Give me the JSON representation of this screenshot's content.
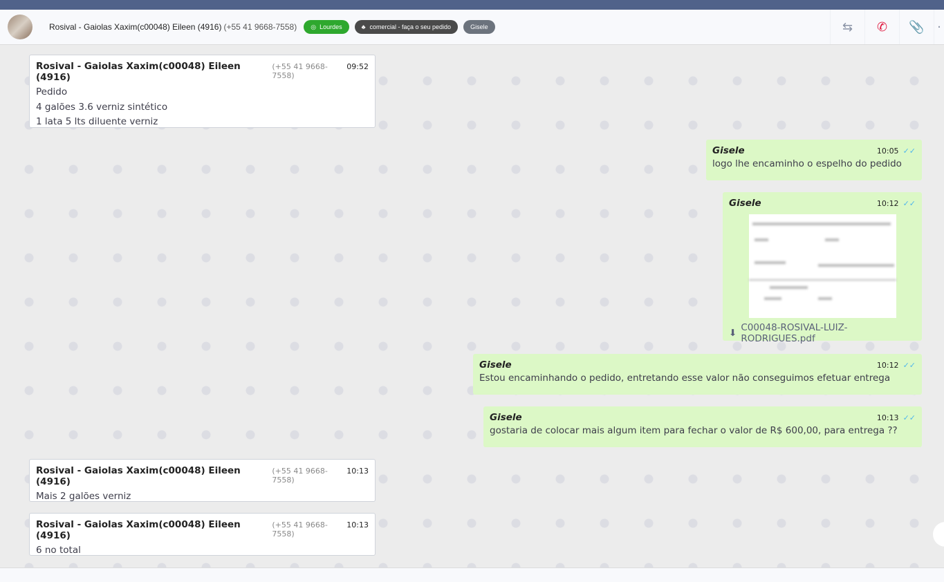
{
  "header": {
    "contact_name": "Rosival - Gaiolas Xaxim(c00048) Eileen (4916)",
    "contact_phone": "(+55 41 9668-7558)",
    "badges": [
      {
        "label": "Lourdes",
        "icon": "whatsapp-icon",
        "color": "#2ea82e"
      },
      {
        "label": "comercial - faça o seu pedido",
        "icon": "sitemap-icon",
        "color": "#4a4a4a"
      },
      {
        "label": "Gisele",
        "color": "#6c737d"
      }
    ],
    "icons": [
      "transfer-icon",
      "end-call-icon",
      "attachment-icon"
    ]
  },
  "messages": [
    {
      "dir": "in",
      "name": "Rosival - Gaiolas Xaxim(c00048) Eileen (4916)",
      "phone": "(+55 41 9668-7558)",
      "time": "09:52",
      "lines": [
        "Pedido",
        "4 galões 3.6 verniz sintético",
        "1 lata 5 lts diluente verniz"
      ]
    },
    {
      "dir": "out",
      "name": "Gisele",
      "time": "10:05",
      "text": "logo lhe encaminho o espelho do pedido"
    },
    {
      "dir": "out",
      "name": "Gisele",
      "time": "10:12",
      "file": "C00048-ROSIVAL-LUIZ-RODRIGUES.pdf"
    },
    {
      "dir": "out",
      "name": "Gisele",
      "time": "10:12",
      "text": "Estou encaminhando o pedido, entretando esse valor não conseguimos efetuar entrega"
    },
    {
      "dir": "out",
      "name": "Gisele",
      "time": "10:13",
      "text": "gostaria de colocar mais algum item para fechar o valor de R$ 600,00, para entrega ??"
    },
    {
      "dir": "in",
      "name": "Rosival - Gaiolas Xaxim(c00048) Eileen (4916)",
      "phone": "(+55 41 9668-7558)",
      "time": "10:13",
      "lines": [
        "Mais 2 galões verniz"
      ]
    },
    {
      "dir": "in",
      "name": "Rosival - Gaiolas Xaxim(c00048) Eileen (4916)",
      "phone": "(+55 41 9668-7558)",
      "time": "10:13",
      "lines": [
        "6 no total"
      ]
    }
  ],
  "colors": {
    "topbar": "#50628a",
    "outgoing": "#dcf8c6",
    "ticks": "#4fb6ec",
    "end_call": "#e0193f"
  }
}
